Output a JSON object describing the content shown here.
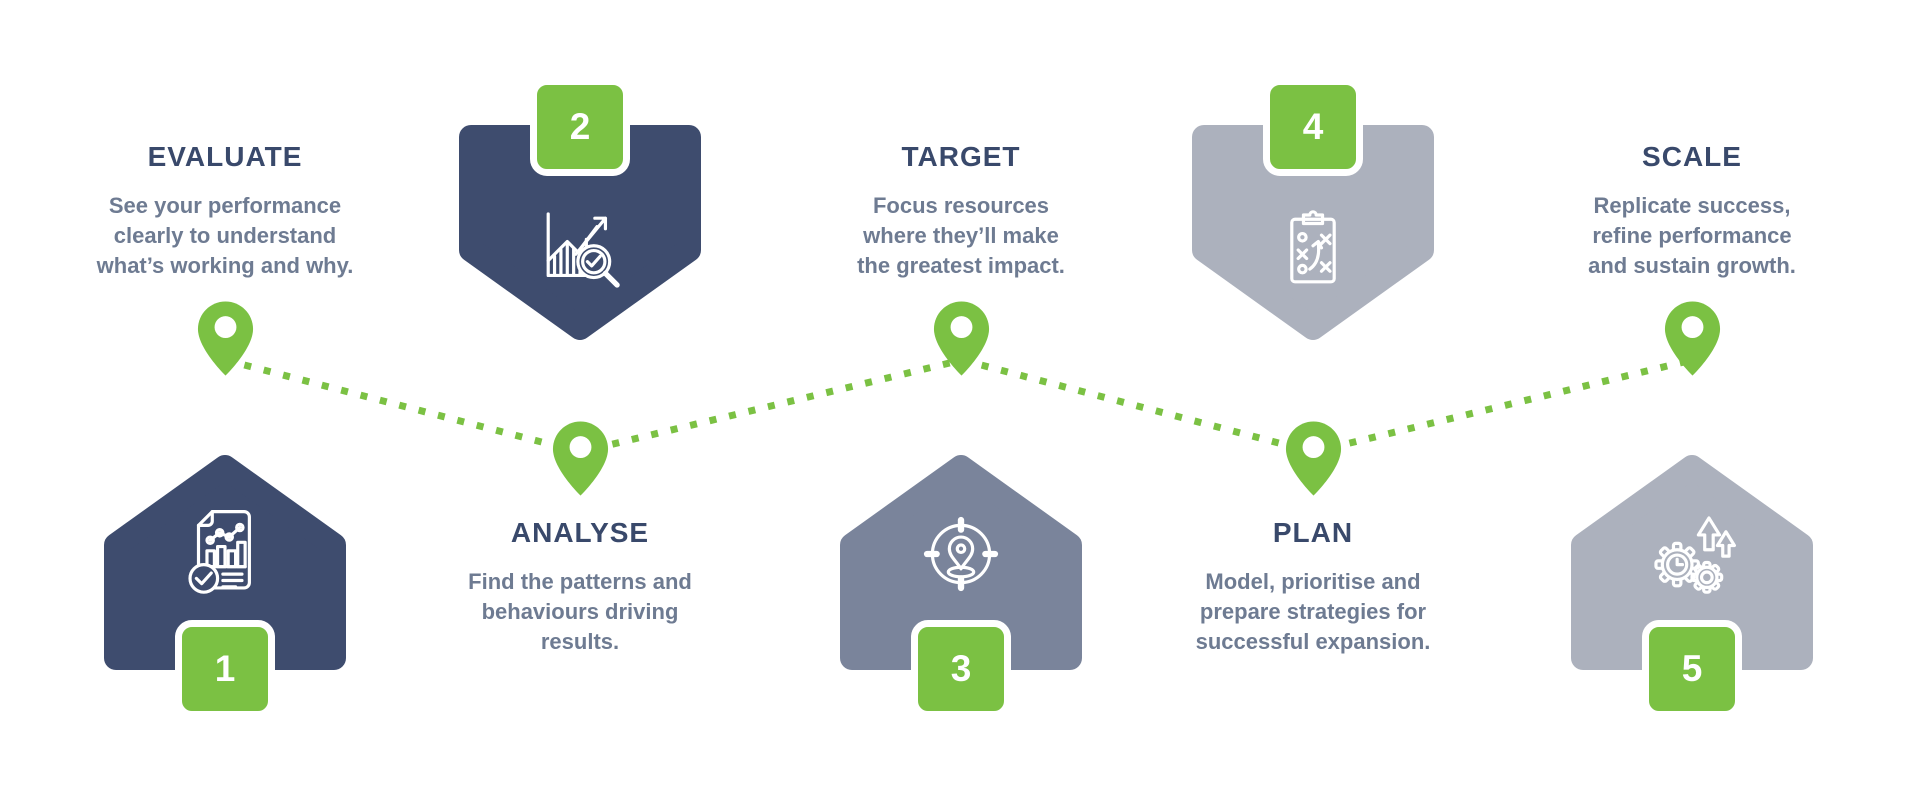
{
  "colors": {
    "navy": "#3E4C6E",
    "slate": "#7A849B",
    "gray": "#ACB1BD",
    "green": "#7BC143",
    "title": "#39496B",
    "body": "#6E7B92"
  },
  "steps": [
    {
      "number": "1",
      "title": "EVALUATE",
      "description": "See your performance\nclearly to understand\nwhat’s working and why.",
      "color": "#3E4C6E",
      "shape": "house-up",
      "icon": "report-chart-icon"
    },
    {
      "number": "2",
      "title": "ANALYSE",
      "description": "Find the patterns and\nbehaviours driving\nresults.",
      "color": "#3E4C6E",
      "shape": "shield-down",
      "icon": "chart-magnifier-icon"
    },
    {
      "number": "3",
      "title": "TARGET",
      "description": "Focus resources\nwhere they’ll make\nthe greatest impact.",
      "color": "#7A849B",
      "shape": "house-up",
      "icon": "target-location-icon"
    },
    {
      "number": "4",
      "title": "PLAN",
      "description": "Model, prioritise and\nprepare strategies for\nsuccessful expansion.",
      "color": "#ACB1BD",
      "shape": "shield-down",
      "icon": "strategy-clipboard-icon"
    },
    {
      "number": "5",
      "title": "SCALE",
      "description": "Replicate success,\nrefine performance\nand sustain growth.",
      "color": "#ACB1BD",
      "shape": "house-up",
      "icon": "gears-growth-icon"
    }
  ]
}
